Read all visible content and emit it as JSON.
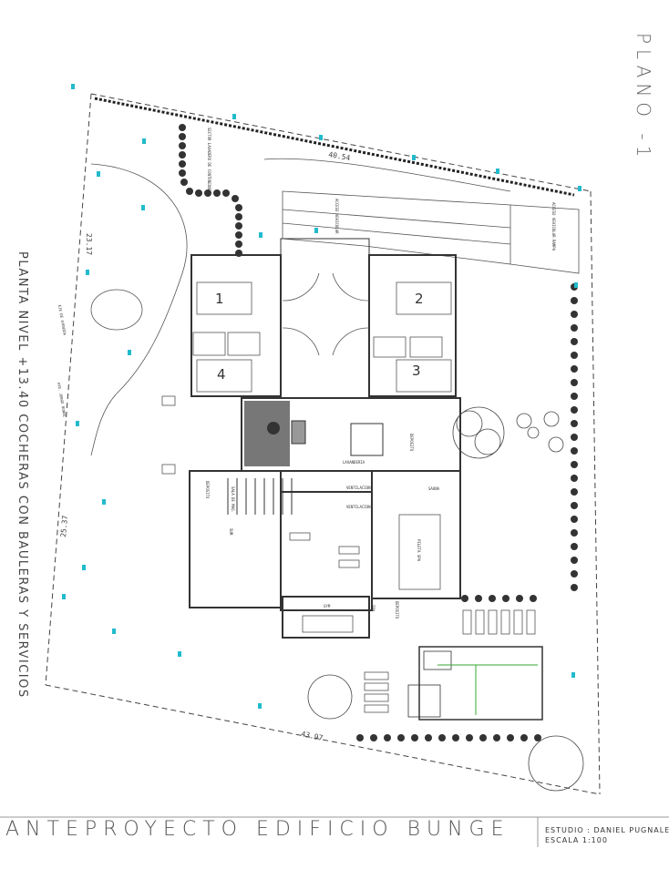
{
  "sheet": {
    "plan_number": "PLANO -1",
    "subtitle": "PLANTA NIVEL +13.40 COCHERAS CON BAULERAS Y SERVICIOS",
    "project_title": "ANTEPROYECTO EDIFICIO BUNGE",
    "studio": "ESTUDIO : DANIEL PUGNALE",
    "scale": "ESCALA 1:100"
  },
  "units": {
    "u1": "1",
    "u2": "2",
    "u3": "3",
    "u4": "4"
  },
  "dimensions": {
    "top": "40.54",
    "left_upper": "23.17",
    "left_lower": "25.37",
    "bottom": "43.97"
  },
  "labels": {
    "vehicle_access": "ACCESO VEHICULAR",
    "sector_containers": "SECTOR LAVADERO DE CONTENEDORES",
    "vehicle_ramp": "ACCESO VEHICULAR RAMPA",
    "axis_avenue": "EJE DE AVENIDA",
    "street": "AVD. JORGE BUNGE",
    "laundry": "LAVANDERIA",
    "storage": "DEPOSITO",
    "vent1": "VENTILACION",
    "vent2": "VENTILACION",
    "sauna": "SAUNA",
    "pool_spa": "PILETA SPA",
    "gym": "GYM",
    "sum": "SUM",
    "spa": "SPA",
    "deposit2": "DEPOSITO",
    "machine_room": "SALA DE MAQ.",
    "depos": "DEPOSITO"
  }
}
